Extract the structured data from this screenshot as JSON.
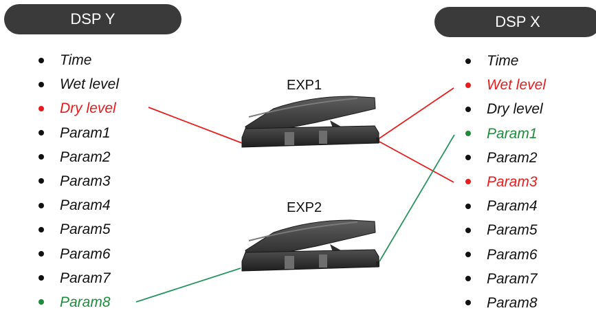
{
  "dsp_y": {
    "title": "DSP Y",
    "params": [
      {
        "label": "Time",
        "color": "#111111"
      },
      {
        "label": "Wet level",
        "color": "#111111"
      },
      {
        "label": "Dry level",
        "color": "#e81c1c"
      },
      {
        "label": "Param1",
        "color": "#111111"
      },
      {
        "label": "Param2",
        "color": "#111111"
      },
      {
        "label": "Param3",
        "color": "#111111"
      },
      {
        "label": "Param4",
        "color": "#111111"
      },
      {
        "label": "Param5",
        "color": "#111111"
      },
      {
        "label": "Param6",
        "color": "#111111"
      },
      {
        "label": "Param7",
        "color": "#111111"
      },
      {
        "label": "Param8",
        "color": "#1e8c3a"
      }
    ]
  },
  "dsp_x": {
    "title": "DSP X",
    "params": [
      {
        "label": "Time",
        "color": "#111111"
      },
      {
        "label": "Wet level",
        "color": "#e81c1c"
      },
      {
        "label": "Dry level",
        "color": "#111111"
      },
      {
        "label": "Param1",
        "color": "#1e8c3a"
      },
      {
        "label": "Param2",
        "color": "#111111"
      },
      {
        "label": "Param3",
        "color": "#e81c1c"
      },
      {
        "label": "Param4",
        "color": "#111111"
      },
      {
        "label": "Param5",
        "color": "#111111"
      },
      {
        "label": "Param6",
        "color": "#111111"
      },
      {
        "label": "Param7",
        "color": "#111111"
      },
      {
        "label": "Param8",
        "color": "#111111"
      }
    ]
  },
  "pedals": {
    "exp1": {
      "label": "EXP1",
      "color": "#e81c1c"
    },
    "exp2": {
      "label": "EXP2",
      "color": "#2a9460"
    }
  },
  "colors": {
    "header_bg": "#3a3a3a",
    "header_text": "#ffffff",
    "exp1_line": "#e81c1c",
    "exp2_line": "#2a9460"
  }
}
